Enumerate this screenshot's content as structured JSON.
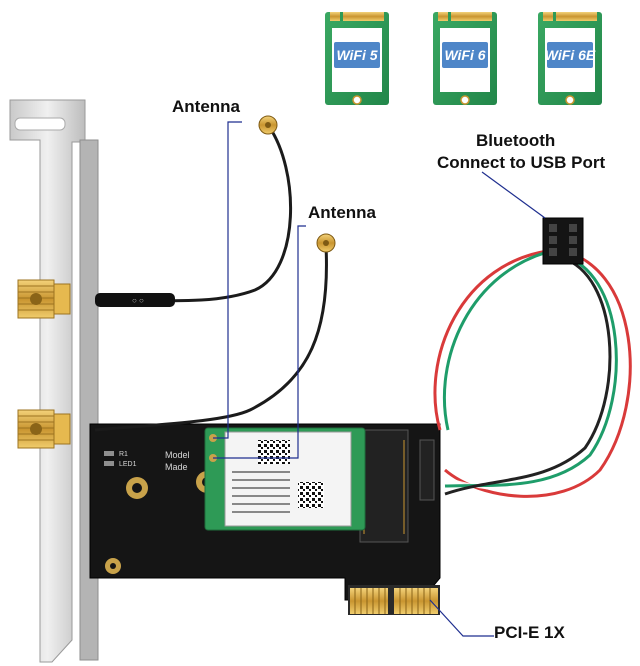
{
  "labels": {
    "antenna_top": "Antenna",
    "antenna_mid": "Antenna",
    "bluetooth_line1": "Bluetooth",
    "bluetooth_line2": "Connect to USB Port",
    "pcie": "PCI-E 1X"
  },
  "modules": [
    {
      "label": "WiFi 5"
    },
    {
      "label": "WiFi 6"
    },
    {
      "label": "WiFi 6E"
    }
  ],
  "board": {
    "silkscreen_line1": "Model",
    "silkscreen_line2": "Made",
    "marking_1": "R1",
    "marking_2": "LED1"
  },
  "colors": {
    "module_green": "#2e9a56",
    "module_label_bg": "#4e86c8",
    "board_black": "#151515",
    "bracket_silver": "#d8d8d8",
    "gold": "#d6a53a",
    "callout_line": "#1f2f8f"
  }
}
